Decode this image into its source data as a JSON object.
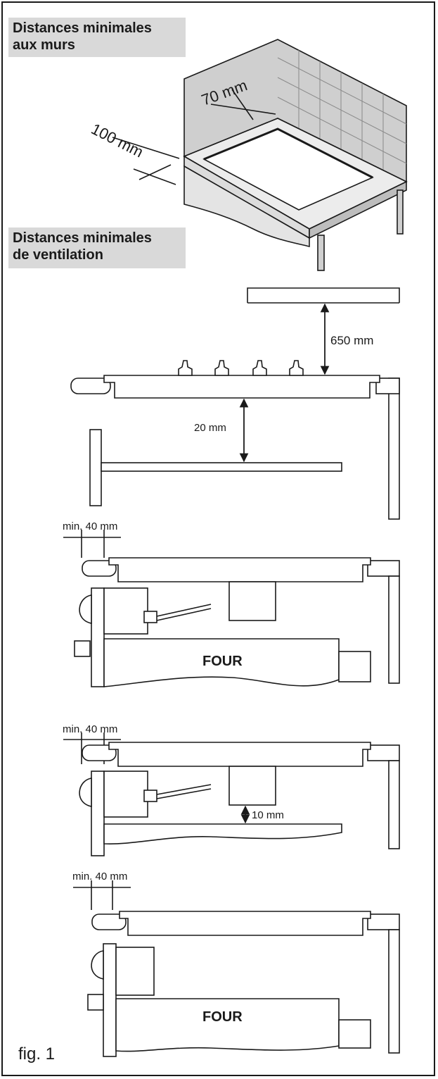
{
  "headings": {
    "walls_line1": "Distances minimales",
    "walls_line2": "aux murs",
    "vent_line1": "Distances minimales",
    "vent_line2": "de ventilation"
  },
  "labels": {
    "wall_back": "70 mm",
    "wall_side": "100 mm",
    "hood_gap": "650 mm",
    "shelf_gap": "20 mm",
    "min_side_1": "min. 40 mm",
    "oven_1": "FOUR",
    "min_side_2": "min. 40 mm",
    "bottom_gap": "10 mm",
    "min_side_3": "min. 40 mm",
    "oven_2": "FOUR"
  },
  "caption": "fig. 1"
}
